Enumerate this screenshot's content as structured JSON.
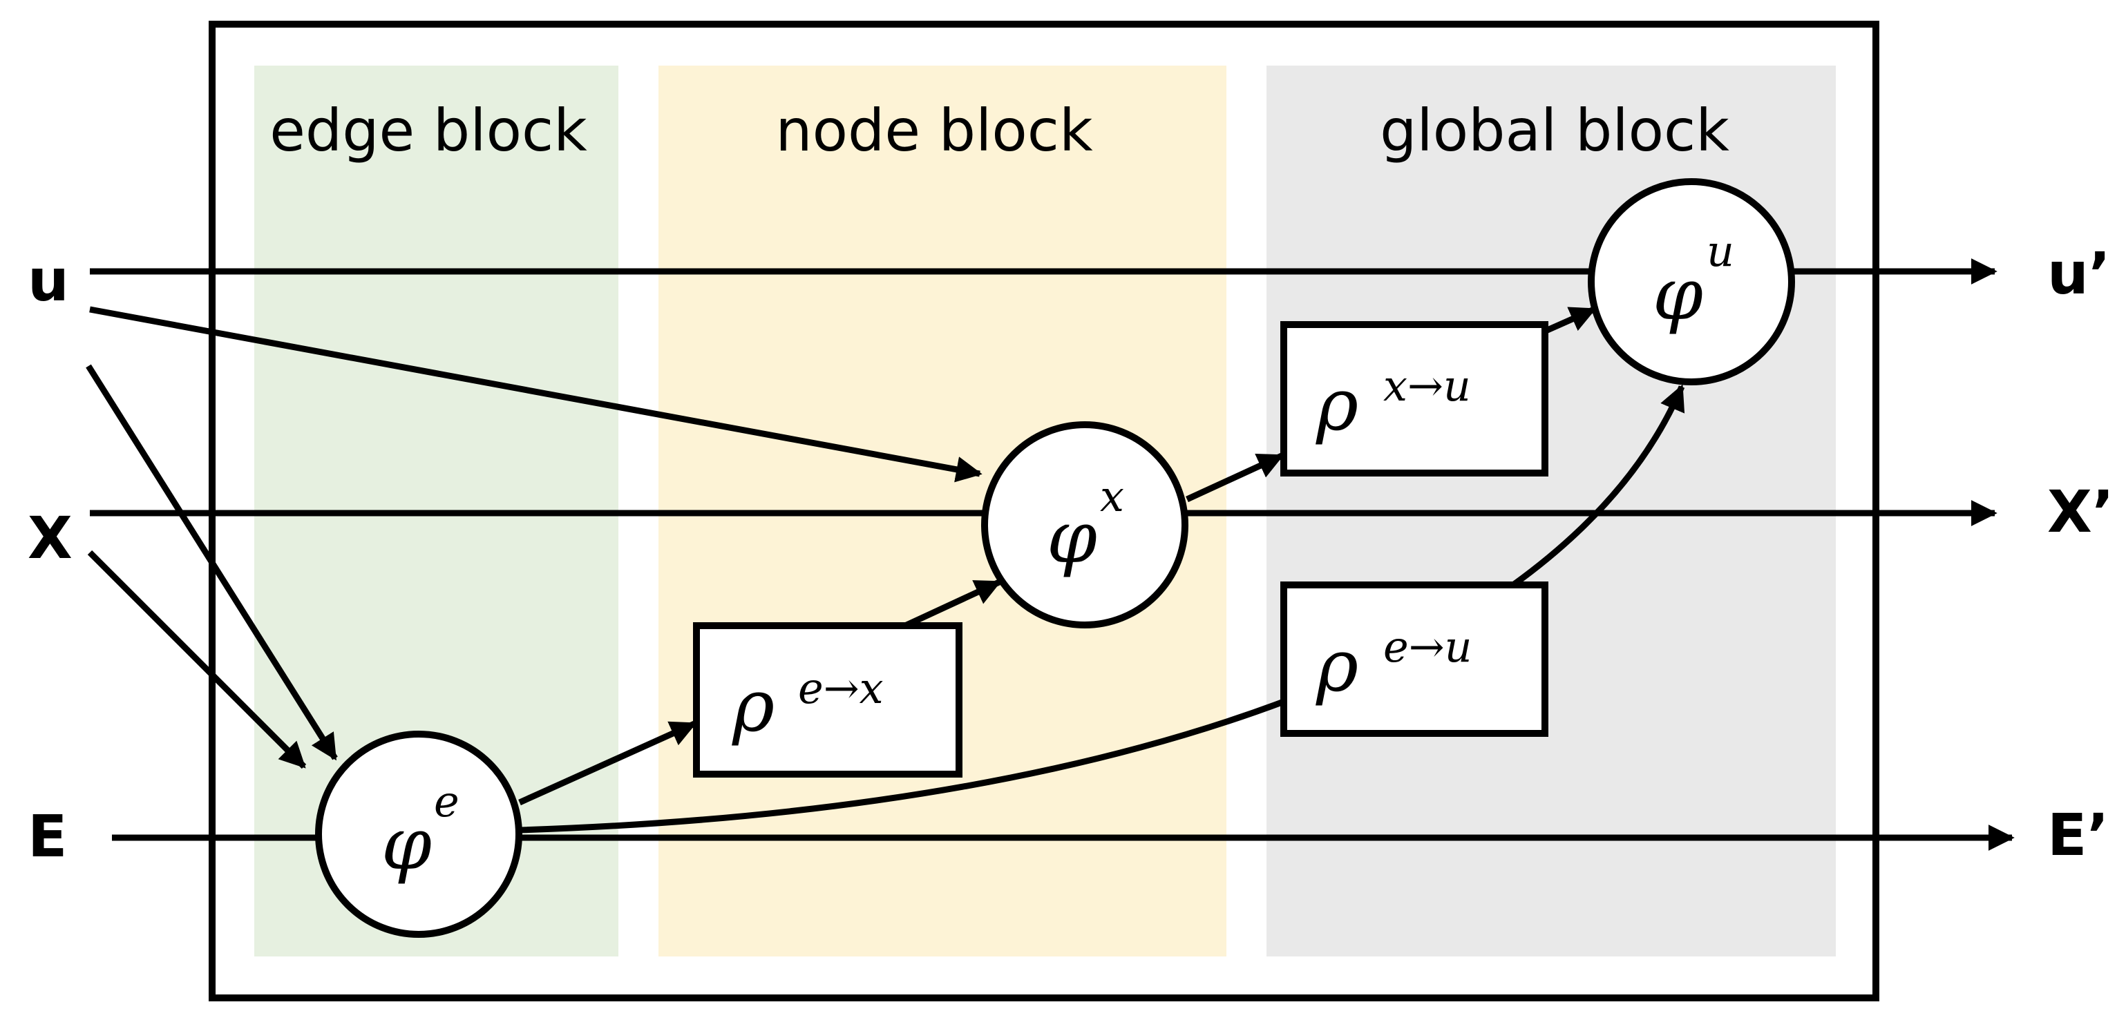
{
  "blocks": {
    "edge": {
      "label": "edge block",
      "color": "#e6f0e0"
    },
    "node": {
      "label": "node block",
      "color": "#fdf3d6"
    },
    "global": {
      "label": "global block",
      "color": "#e9e9e9"
    }
  },
  "inputs": {
    "u": "u",
    "x": "X",
    "e": "E"
  },
  "outputs": {
    "u": "u’",
    "x": "X’",
    "e": "E’"
  },
  "functions": {
    "phi_e": {
      "symbol": "φ",
      "sup": "e"
    },
    "phi_x": {
      "symbol": "φ",
      "sup": "x"
    },
    "phi_u": {
      "symbol": "φ",
      "sup": "u"
    },
    "rho_ex": {
      "symbol": "ρ",
      "sup": "e→x"
    },
    "rho_xu": {
      "symbol": "ρ",
      "sup": "x→u"
    },
    "rho_eu": {
      "symbol": "ρ",
      "sup": "e→u"
    }
  },
  "colors": {
    "stroke": "#000000",
    "background": "#ffffff"
  }
}
